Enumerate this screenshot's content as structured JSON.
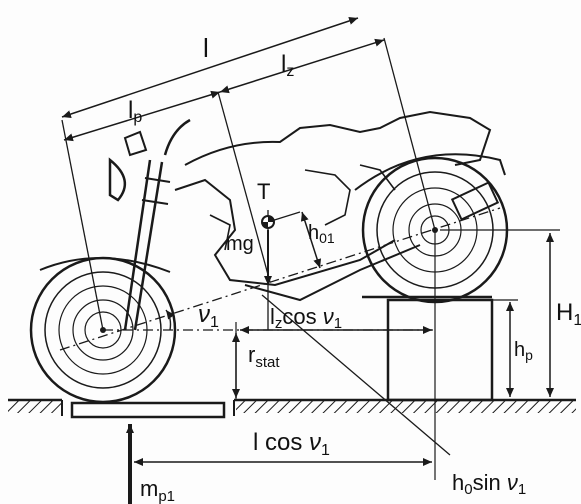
{
  "labels": {
    "l": "l",
    "lz": "l",
    "lz_sub": "z",
    "lp": "l",
    "lp_sub": "p",
    "T": "T",
    "mg": "mg",
    "h01": "h",
    "h01_sub": "01",
    "nu1_left": "ν",
    "nu1_left_sub": "1",
    "lzcos": "l",
    "lzcos_sub": "z",
    "lzcos_rest": "cos ",
    "lzcos_nu": "ν",
    "lzcos_nu_sub": "1",
    "H1": "H",
    "H1_sub": "1",
    "hp": "h",
    "hp_sub": "p",
    "rstat": "r",
    "rstat_sub": "stat",
    "lcos": "l cos ",
    "lcos_nu": "ν",
    "lcos_nu_sub": "1",
    "mp1": "m",
    "mp1_sub": "p1",
    "h0sin": "h",
    "h0sin_sub": "0",
    "h0sin_rest": "sin ",
    "h0sin_nu": "ν",
    "h0sin_nu_sub": "1"
  },
  "colors": {
    "ink": "#1a1a1a",
    "paper": "#fdfdfd"
  }
}
